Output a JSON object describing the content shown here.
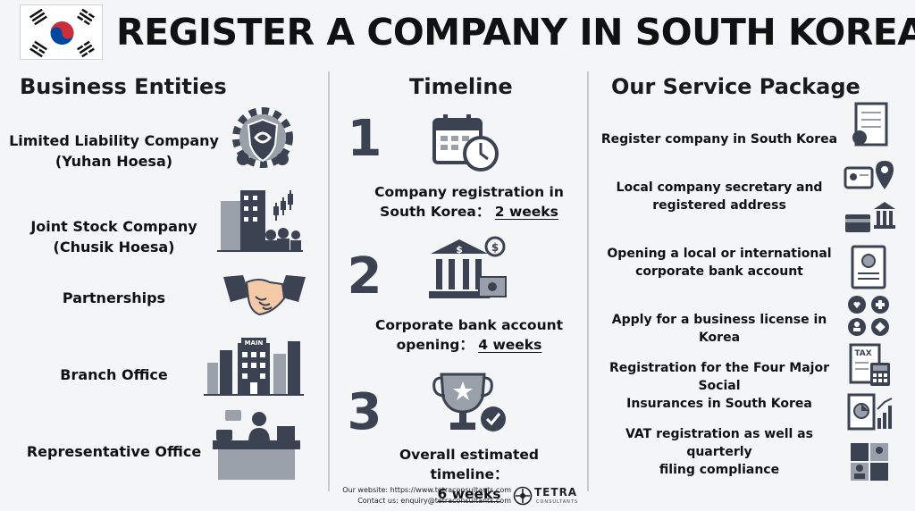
{
  "title": "REGISTER A COMPANY IN SOUTH KOREA",
  "columns": {
    "entities_heading": "Business Entities",
    "timeline_heading": "Timeline",
    "services_heading": "Our Service Package"
  },
  "entities": [
    {
      "line1": "Limited Liability Company",
      "line2": "(Yuhan Hoesa)",
      "icon": "shield-gear-icon"
    },
    {
      "line1": "Joint Stock Company",
      "line2": "(Chusik Hoesa)",
      "icon": "office-stock-chart-icon"
    },
    {
      "line1": "Partnerships",
      "line2": "",
      "icon": "handshake-icon"
    },
    {
      "line1": "Branch Office",
      "line2": "",
      "icon": "city-main-office-icon"
    },
    {
      "line1": "Representative Office",
      "line2": "",
      "icon": "reception-desk-icon"
    }
  ],
  "timeline": [
    {
      "number": "1",
      "line1": "Company registration in",
      "line2": "South Korea：",
      "duration": "2 weeks",
      "icon": "calendar-clock-icon"
    },
    {
      "number": "2",
      "line1": "Corporate bank account",
      "line2": "opening：",
      "duration": "4 weeks",
      "icon": "bank-money-icon"
    },
    {
      "number": "3",
      "line1": "Overall estimated timeline：",
      "line2": "",
      "duration": "6 weeks",
      "icon": "trophy-check-icon"
    }
  ],
  "services": [
    {
      "line1": "Register company in South Korea",
      "line2": "",
      "icon": "certificate-icon"
    },
    {
      "line1": "Local company secretary and",
      "line2": "registered address",
      "icon": "id-card-location-icon"
    },
    {
      "line1": "Opening a local or international",
      "line2": "corporate bank account",
      "icon": "bank-card-icon"
    },
    {
      "line1": "Apply for a business license in Korea",
      "line2": "",
      "icon": "license-document-icon"
    },
    {
      "line1": "Registration for the Four Major Social",
      "line2": "Insurances in South Korea",
      "icon": "insurance-symbols-icon"
    },
    {
      "line1": "VAT registration as well as quarterly",
      "line2": "filing compliance",
      "icon": "tax-calculator-icon"
    }
  ],
  "footer": {
    "website": "Our website: https://www.tetraconsultants.com",
    "contact": "Contact us: enquiry@tetraconsultants.com",
    "brand": "TETRA",
    "brand_sub": "CONSULTANTS"
  },
  "colors": {
    "flag_red": "#cd2e3a",
    "flag_blue": "#0047a0",
    "icon_dark": "#3b4352",
    "icon_gray": "#9aa0aa"
  }
}
